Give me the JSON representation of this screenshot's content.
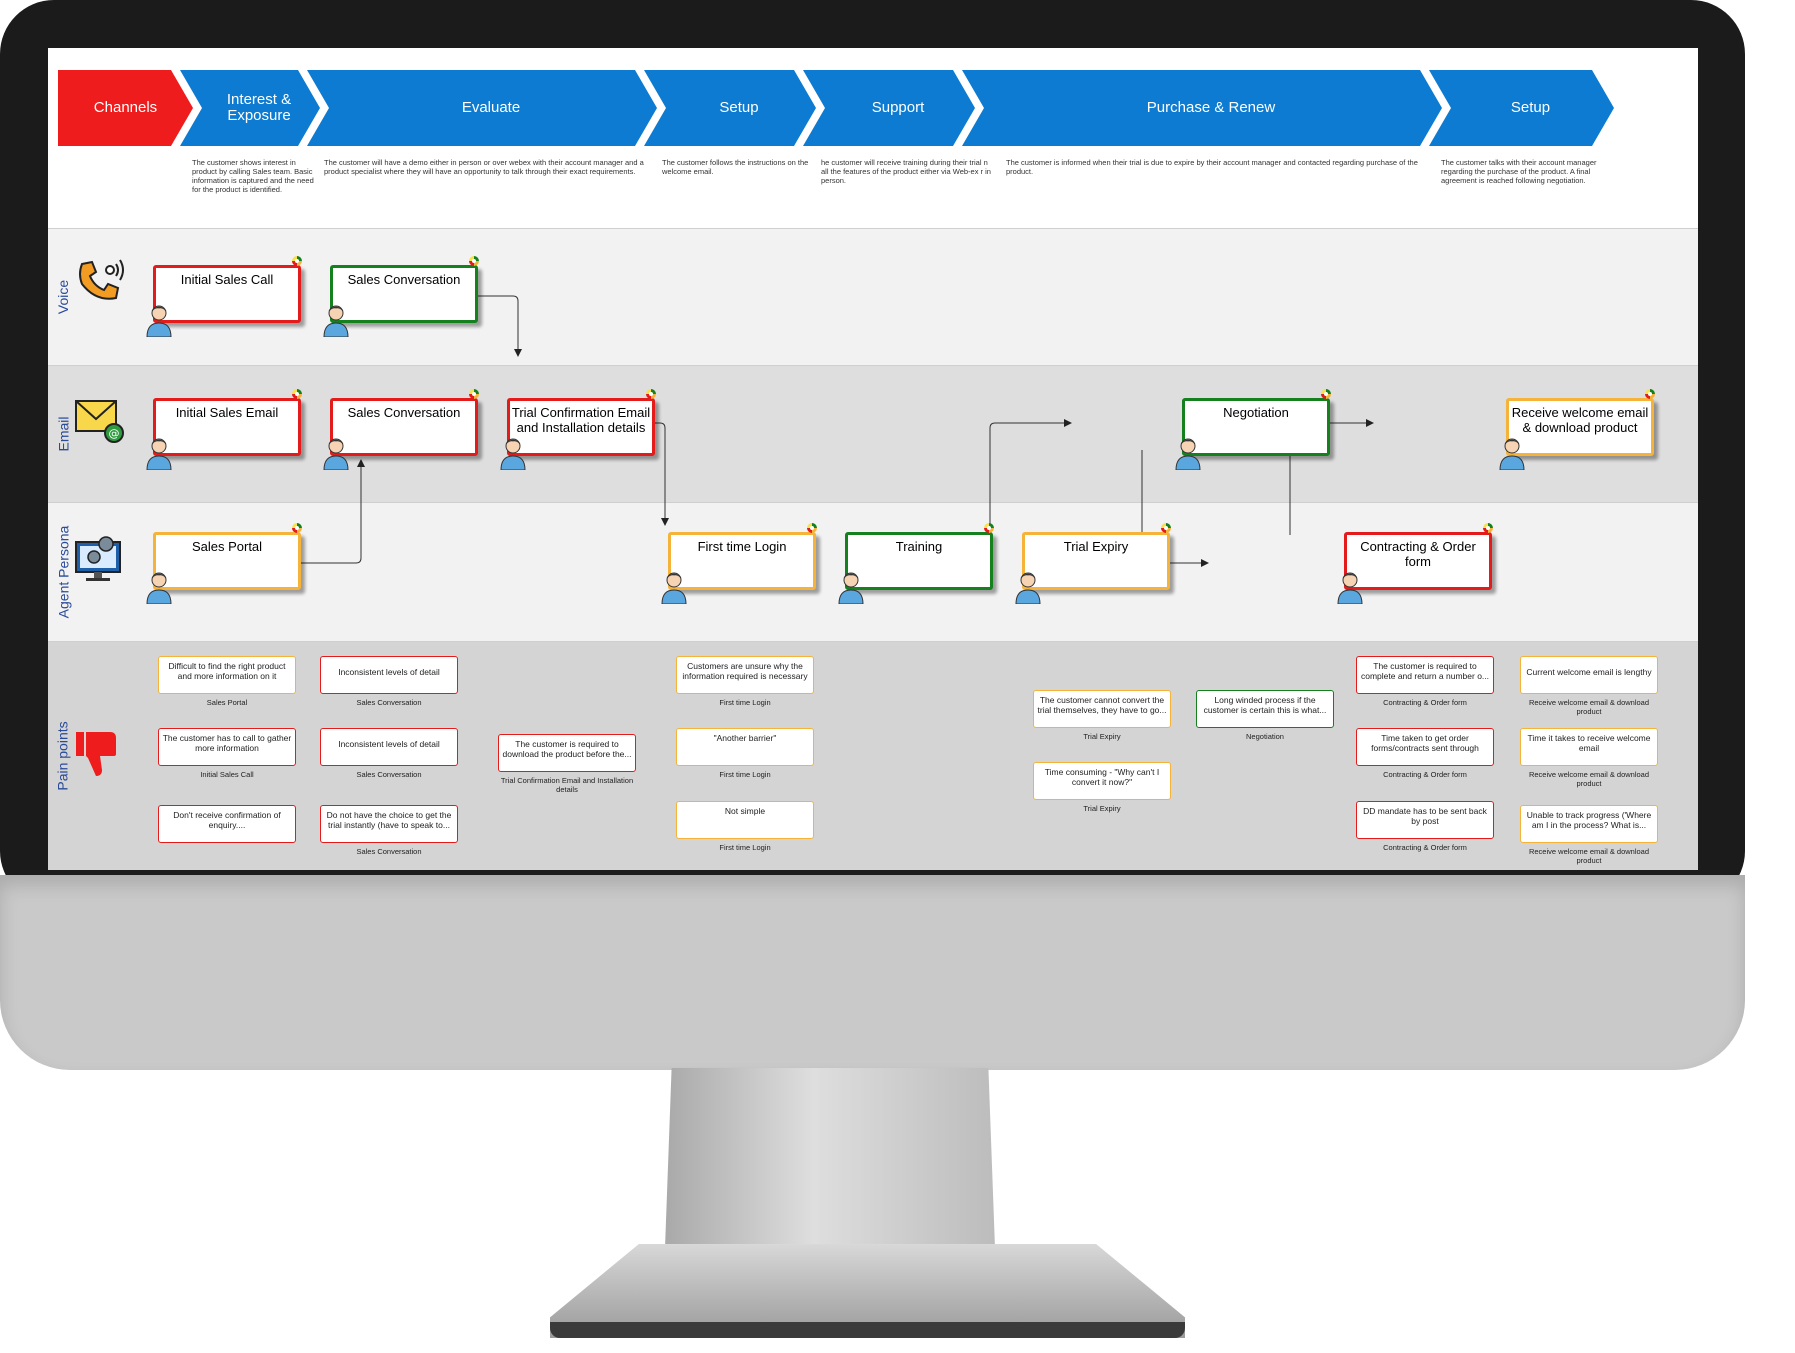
{
  "stages": [
    {
      "label": "Channels",
      "color": "#ee1c1c",
      "desc": ""
    },
    {
      "label": "Interest & Exposure",
      "color": "#0c7bd1",
      "desc": "The customer shows interest in product by calling Sales team. Basic information is captured and the need for the product is identified."
    },
    {
      "label": "Evaluate",
      "color": "#0c7bd1",
      "desc": "The customer will have a demo either in person or over webex with their account manager and a product specialist where they will have an opportunity to talk through their exact requirements."
    },
    {
      "label": "Setup",
      "color": "#0c7bd1",
      "desc": "The customer follows the instructions on the welcome email."
    },
    {
      "label": "Support",
      "color": "#0c7bd1",
      "desc": "he customer will receive training during their trial n all the features of the product either via Web-ex r in person."
    },
    {
      "label": "Purchase & Renew",
      "color": "#0c7bd1",
      "desc": "The customer is informed when their trial is due to expire by their account manager and contacted regarding purchase of the product."
    },
    {
      "label": "Setup",
      "color": "#0c7bd1",
      "desc": "The customer talks with their account manager regarding the purchase of the product. A final agreement is reached following negotiation."
    }
  ],
  "lanes": [
    {
      "label": "Voice",
      "icon": "phone-icon"
    },
    {
      "label": "Email",
      "icon": "email-icon"
    },
    {
      "label": "Agent Persona",
      "icon": "computer-gear-icon"
    },
    {
      "label": "Pain points",
      "icon": "thumbs-down-icon"
    }
  ],
  "steps": [
    {
      "id": "initial-sales-call",
      "label": "Initial Sales Call",
      "status": "red"
    },
    {
      "id": "sales-conversation-voice",
      "label": "Sales Conversation",
      "status": "green"
    },
    {
      "id": "initial-sales-email",
      "label": "Initial Sales Email",
      "status": "red"
    },
    {
      "id": "sales-conversation-email",
      "label": "Sales Conversation",
      "status": "red"
    },
    {
      "id": "trial-confirmation-email",
      "label": "Trial Confirmation Email and Installation details",
      "status": "red"
    },
    {
      "id": "negotiation",
      "label": "Negotiation",
      "status": "green"
    },
    {
      "id": "receive-welcome-email",
      "label": "Receive welcome email & download product",
      "status": "orange"
    },
    {
      "id": "sales-portal",
      "label": "Sales Portal",
      "status": "orange"
    },
    {
      "id": "first-time-login",
      "label": "First time Login",
      "status": "orange"
    },
    {
      "id": "training",
      "label": "Training",
      "status": "green"
    },
    {
      "id": "trial-expiry",
      "label": "Trial Expiry",
      "status": "orange"
    },
    {
      "id": "contracting-order-form",
      "label": "Contracting & Order form",
      "status": "red"
    }
  ],
  "pain_points": [
    {
      "text": "Difficult to find the right product and more information on it",
      "source": "Sales Portal",
      "status": "orange"
    },
    {
      "text": "The customer has to call to gather more information",
      "source": "Initial Sales Call",
      "status": "red"
    },
    {
      "text": "Don't receive confirmation of enquiry....",
      "source": "",
      "status": "red"
    },
    {
      "text": "Inconsistent levels of detail",
      "source": "Sales Conversation",
      "status": "red"
    },
    {
      "text": "Inconsistent levels of detail",
      "source": "Sales Conversation",
      "status": "red"
    },
    {
      "text": "Do not have the choice to get the trial instantly (have to speak to...",
      "source": "Sales Conversation",
      "status": "red"
    },
    {
      "text": "The customer is required to download the product before the...",
      "source": "Trial Confirmation Email and Installation details",
      "status": "red"
    },
    {
      "text": "Customers are unsure why the information required is necessary",
      "source": "First time Login",
      "status": "orange"
    },
    {
      "text": "\"Another barrier\"",
      "source": "First time Login",
      "status": "orange"
    },
    {
      "text": "Not simple",
      "source": "First time Login",
      "status": "orange"
    },
    {
      "text": "The customer cannot convert the trial themselves, they have to go...",
      "source": "Trial Expiry",
      "status": "orange"
    },
    {
      "text": "Time consuming - \"Why can't I convert it now?\"",
      "source": "Trial Expiry",
      "status": "orange"
    },
    {
      "text": "Long winded process if the customer is certain this is what...",
      "source": "Negotiation",
      "status": "green"
    },
    {
      "text": "The customer is required to complete and return a number o...",
      "source": "Contracting & Order form",
      "status": "red"
    },
    {
      "text": "Time taken to get order forms/contracts sent through",
      "source": "Contracting & Order form",
      "status": "red"
    },
    {
      "text": "DD mandate has to be sent back by post",
      "source": "Contracting & Order form",
      "status": "red"
    },
    {
      "text": "Current welcome email is lengthy",
      "source": "Receive welcome email & download product",
      "status": "orange"
    },
    {
      "text": "Time it takes to receive welcome email",
      "source": "Receive welcome email & download product",
      "status": "orange"
    },
    {
      "text": "Unable to track progress ('Where am I in the process? What is...",
      "source": "Receive welcome email & download product",
      "status": "orange"
    }
  ],
  "colors": {
    "red": "#e31b1b",
    "green": "#14801e",
    "orange": "#f6b33a",
    "blue": "#0c7bd1",
    "lane_label": "#2a4a9a"
  }
}
